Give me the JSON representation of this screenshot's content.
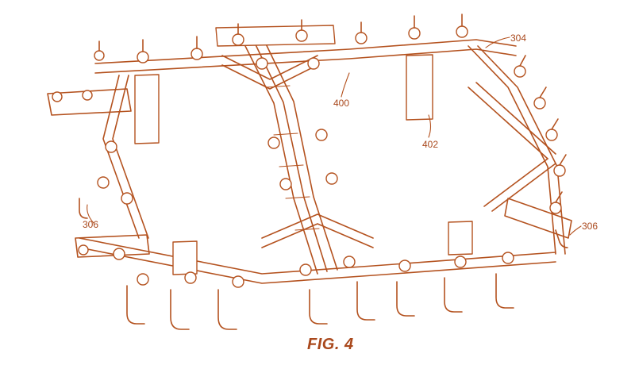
{
  "figure": {
    "caption": "FIG. 4",
    "line_color": "#b4521f",
    "background": "#ffffff",
    "reference_numerals": [
      "304",
      "400",
      "402",
      "306",
      "306"
    ]
  }
}
